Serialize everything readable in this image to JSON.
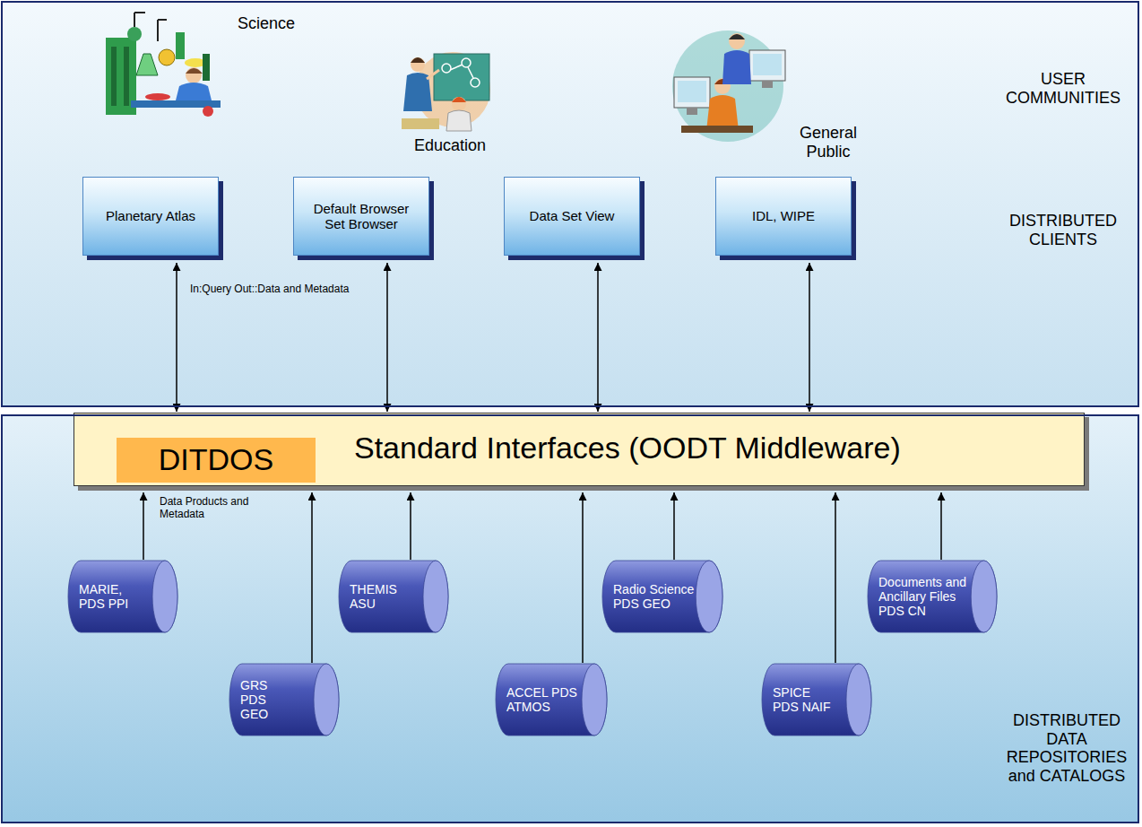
{
  "diagram": {
    "nodes": [
      {
        "text": [
          "USER COMMUNITIES",
          "DISTRIBUTED CLIENTS"
        ]
      },
      {
        "text": [
          "Planetary Atlas"
        ],
        "in": 0
      },
      {
        "text": [
          "Default Browser Set Browser"
        ],
        "in": 0
      },
      {
        "text": [
          "Data Set View"
        ],
        "in": 0
      },
      {
        "text": [
          "IDL, WIPE"
        ],
        "in": 0
      },
      {
        "text": [
          "Standard Interfaces (OODT Middleware)"
        ]
      },
      {
        "text": [
          "DITDOS"
        ],
        "in": 5
      },
      {
        "text": [
          "DISTRIBUTED DATA REPOSITORIES and CATALOGS"
        ]
      },
      {
        "text": [
          "MARIE, PDS PPI"
        ],
        "in": 7
      },
      {
        "text": [
          "GRS PDS GEO"
        ],
        "in": 7
      },
      {
        "text": [
          "THEMIS ASU"
        ],
        "in": 7
      },
      {
        "text": [
          "ACCEL PDS ATMOS"
        ],
        "in": 7
      },
      {
        "text": [
          "Radio Science PDS GEO"
        ],
        "in": 7
      },
      {
        "text": [
          "SPICE PDS NAIF"
        ],
        "in": 7
      },
      {
        "text": [
          "Documents and Ancillary Files PDS CN"
        ],
        "in": 7
      }
    ],
    "edges": [
      {
        "from": 1,
        "to": 5,
        "arrow": "both",
        "label": "In:Query Out::Data and Metadata"
      },
      {
        "from": 2,
        "to": 5,
        "arrow": "both"
      },
      {
        "from": 3,
        "to": 5,
        "arrow": "both"
      },
      {
        "from": 4,
        "to": 5,
        "arrow": "both"
      },
      {
        "from": 8,
        "to": 5,
        "arrow": "to",
        "label": "Data Products and Metadata"
      },
      {
        "from": 9,
        "to": 5,
        "arrow": "to"
      },
      {
        "from": 10,
        "to": 5,
        "arrow": "to"
      },
      {
        "from": 11,
        "to": 5,
        "arrow": "to"
      },
      {
        "from": 12,
        "to": 5,
        "arrow": "to"
      },
      {
        "from": 13,
        "to": 5,
        "arrow": "to"
      },
      {
        "from": 14,
        "to": 5,
        "arrow": "to"
      }
    ],
    "labels": [
      "Science",
      "Education",
      "General Public"
    ]
  }
}
